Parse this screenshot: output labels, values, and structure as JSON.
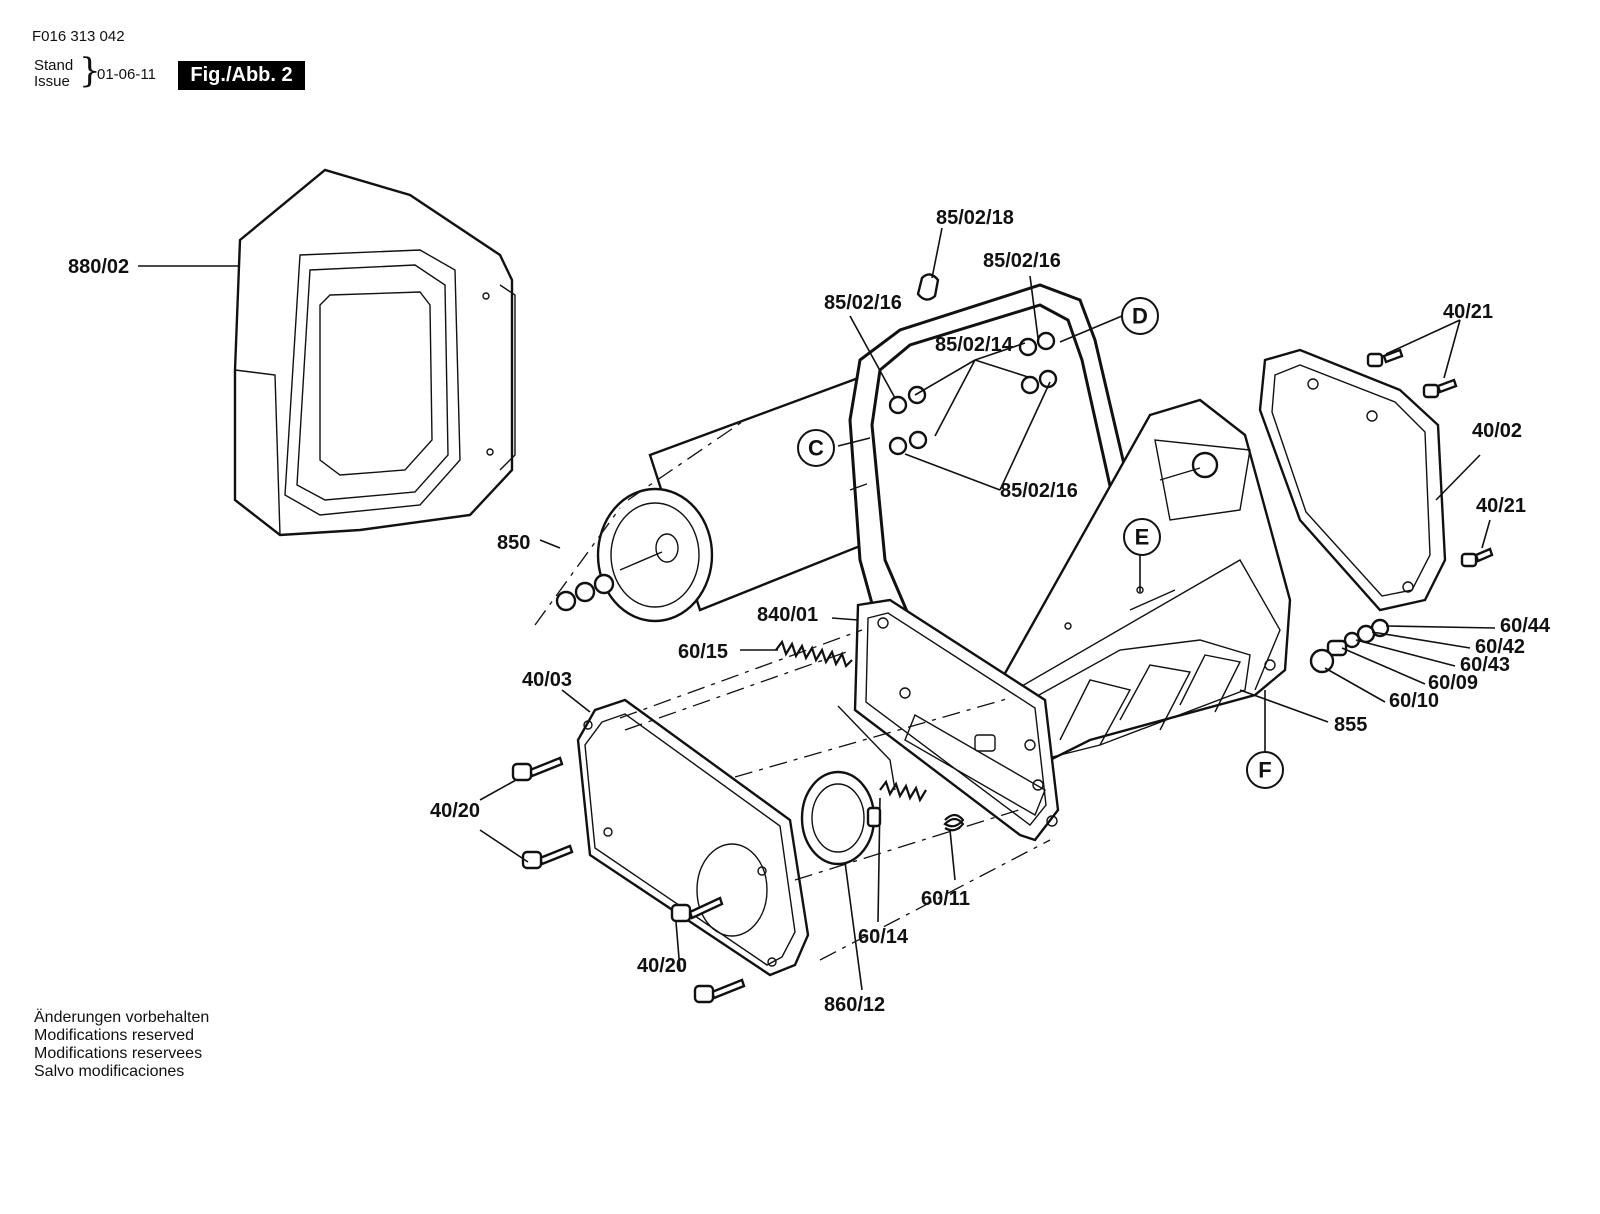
{
  "header": {
    "doc_number": "F016 313 042",
    "stand_label": "Stand",
    "issue_label": "Issue",
    "issue_date": "01-06-11",
    "figure_badge": "Fig./Abb. 2"
  },
  "callouts": {
    "c88002": "880/02",
    "c850": "850",
    "c850218": "85/02/18",
    "c850216_top": "85/02/16",
    "c850216_left": "85/02/16",
    "c850214": "85/02/14",
    "c850216_bottom": "85/02/16",
    "c4021_top": "40/21",
    "c4002": "40/02",
    "c4021_bottom": "40/21",
    "c6044": "60/44",
    "c6042": "60/42",
    "c6043": "60/43",
    "c6009": "60/09",
    "c6010": "60/10",
    "c855": "855",
    "c84001": "840/01",
    "c6015": "60/15",
    "c4003": "40/03",
    "c4020_left": "40/20",
    "c4020_bottom": "40/20",
    "c6011": "60/11",
    "c6014": "60/14",
    "c86012": "860/12"
  },
  "reference_markers": {
    "c": "C",
    "d": "D",
    "e": "E",
    "f": "F"
  },
  "notice": [
    "Änderungen vorbehalten",
    "Modifications reserved",
    "Modifications reservees",
    "Salvo modificaciones"
  ]
}
